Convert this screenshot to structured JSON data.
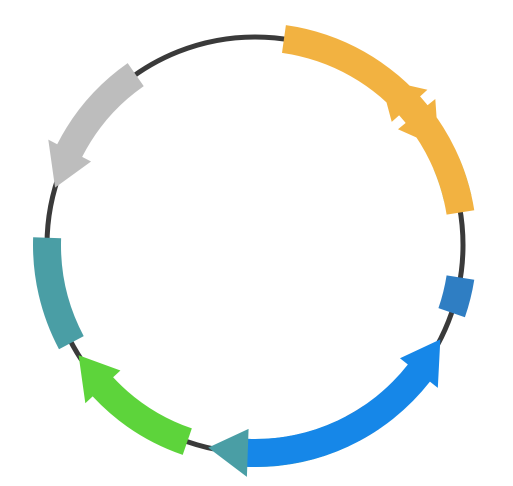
{
  "plasmid": {
    "backbone_color": "#3a3a3a",
    "features": [
      {
        "id": "f1",
        "type": "arrow-cw",
        "color": "#f2b241",
        "from_deg": 8,
        "to_deg": 62
      },
      {
        "id": "f2",
        "type": "box",
        "color": "#76c1b6",
        "from_deg": 67,
        "to_deg": 77
      },
      {
        "id": "f3",
        "type": "box",
        "color": "#2f7ec3",
        "from_deg": 99,
        "to_deg": 109
      },
      {
        "id": "f4",
        "type": "box",
        "color": "#8e5440",
        "from_deg": 146,
        "to_deg": 152
      },
      {
        "id": "f5",
        "type": "arrow-cw",
        "color": "#4a9ea5",
        "from_deg": 155,
        "to_deg": 193
      },
      {
        "id": "f6",
        "type": "arrow-cw",
        "color": "#5dd43b",
        "from_deg": 199,
        "to_deg": 238
      },
      {
        "id": "f7",
        "type": "box",
        "color": "#4a9ea5",
        "from_deg": 242,
        "to_deg": 272
      },
      {
        "id": "f8",
        "type": "arrow-ccw",
        "color": "#bdbdbd",
        "from_deg": 286,
        "to_deg": 325
      },
      {
        "id": "f9",
        "type": "arrow-ccw",
        "color": "#f2b241",
        "from_deg": 397,
        "to_deg": 441
      },
      {
        "id": "f10",
        "type": "arrow-ccw",
        "color": "#1687e8",
        "from_deg": 477,
        "to_deg": 542
      }
    ]
  }
}
